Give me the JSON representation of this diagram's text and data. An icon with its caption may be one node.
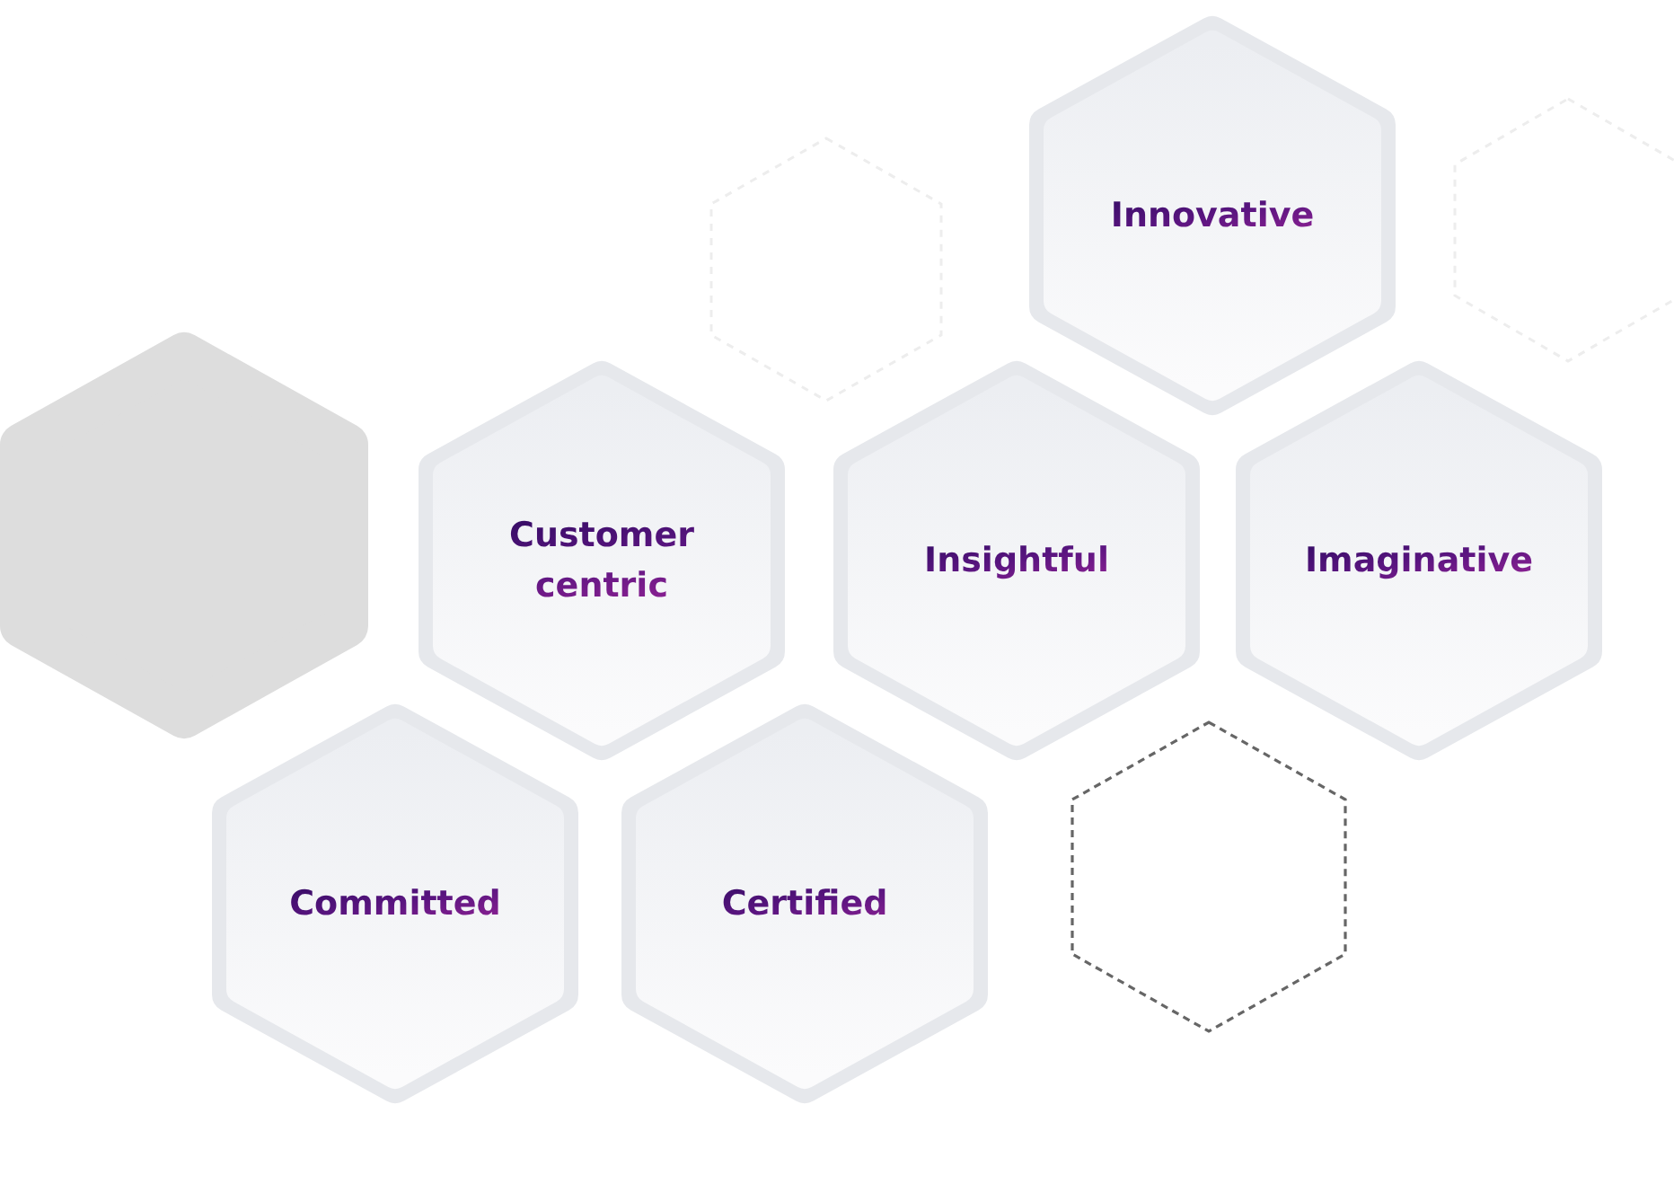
{
  "diagram": {
    "nodes": [
      {
        "text": [],
        "shape": "hexagon"
      },
      {
        "text": [
          "Innovative"
        ]
      },
      {
        "text": [],
        "shape": "hexagon"
      },
      {
        "text": [],
        "shape": "hexagon"
      },
      {
        "text": [
          "Customer centric"
        ]
      },
      {
        "text": [
          "Insightful"
        ]
      },
      {
        "text": [
          "Imaginative"
        ]
      },
      {
        "text": [
          "Committed"
        ]
      },
      {
        "text": [
          "Certified"
        ]
      },
      {
        "text": [],
        "shape": "hexagon"
      }
    ]
  }
}
